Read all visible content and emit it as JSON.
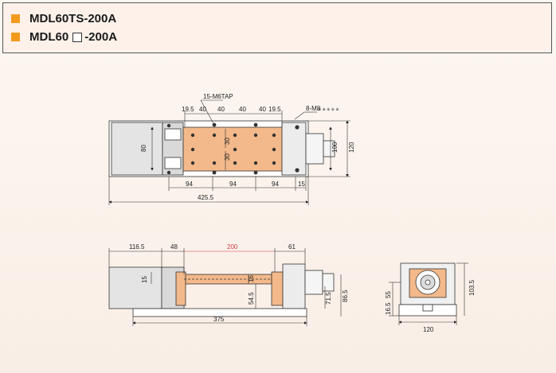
{
  "models": {
    "first": "MDL60TS-200A",
    "second_prefix": "MDL60",
    "second_suffix": "-200A"
  },
  "colors": {
    "accent": "#f39a1e",
    "table": "#f3b98a",
    "line": "#333333"
  },
  "top_view": {
    "hole_spec": "15-M6TAP",
    "tap_spec": "8-M8",
    "tap_spec_suffix": "※ ※ ※ ※ ※",
    "dim_top": [
      "19.5",
      "40",
      "40",
      "40",
      "40",
      "19.5"
    ],
    "dim_inner_1": "30",
    "dim_inner_2": "30",
    "dim_left": "80",
    "dim_right_1": "100",
    "dim_right_2": "120",
    "dim_bottom": [
      "94",
      "94",
      "94",
      "15"
    ],
    "total_length": "425.5"
  },
  "side_view": {
    "dim_top": [
      "116.5",
      "48",
      "200",
      "61"
    ],
    "dim_left": "15",
    "dim_center": "16",
    "dim_height": "54.5",
    "dim_right": [
      "71.5",
      "86.5"
    ],
    "base_length": "375"
  },
  "end_view": {
    "dim_left": [
      "55",
      "16.5"
    ],
    "dim_right": "103.5",
    "dim_bottom": "120"
  }
}
